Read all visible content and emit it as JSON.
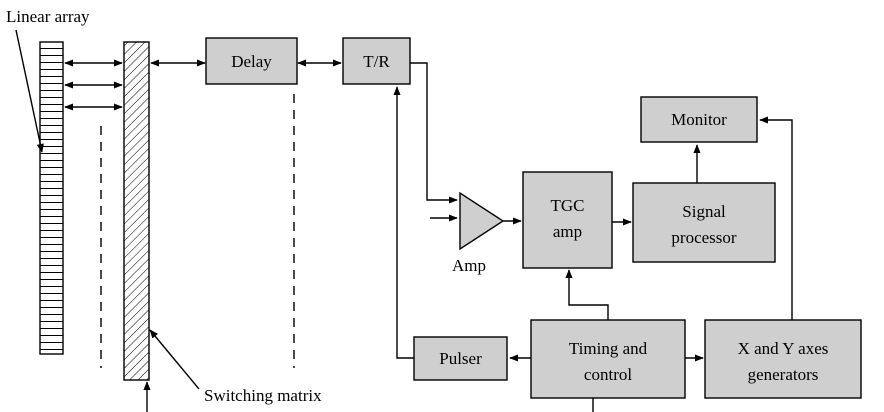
{
  "labels": {
    "linear_array": "Linear array",
    "switching_matrix": "Switching matrix",
    "delay": "Delay",
    "tr": "T/R",
    "monitor": "Monitor",
    "amp": "Amp",
    "tgc_line1": "TGC",
    "tgc_line2": "amp",
    "signal_line1": "Signal",
    "signal_line2": "processor",
    "pulser": "Pulser",
    "timing_line1": "Timing and",
    "timing_line2": "control",
    "xy_line1": "X and Y axes",
    "xy_line2": "generators"
  },
  "colors": {
    "block_fill": "#cfcfcf",
    "stroke": "#000000"
  },
  "icons": {
    "amp": "triangle-amplifier-icon",
    "array": "striped-array-icon",
    "matrix": "hatched-matrix-icon"
  }
}
